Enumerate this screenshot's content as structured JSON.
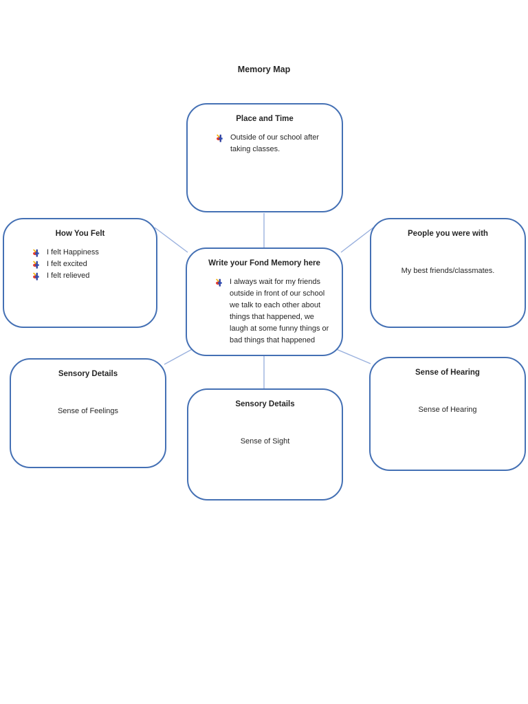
{
  "document": {
    "title": "Memory Map"
  },
  "colors": {
    "box_border": "#4470b4",
    "connector": "#9ab1de",
    "text": "#262626",
    "bullet_red": "#e23b2e",
    "bullet_blue": "#2d3e9e",
    "bullet_blue2": "#3450b4",
    "bullet_yellow": "#f6b40a"
  },
  "boxes": {
    "place_time": {
      "title": "Place and Time",
      "bullets": [
        "Outside of our school after taking classes."
      ]
    },
    "how_you_felt": {
      "title": "How You Felt",
      "bullets": [
        "I felt Happiness",
        "I felt excited",
        "I felt relieved"
      ]
    },
    "people": {
      "title": "People you were with",
      "body": "My best friends/classmates."
    },
    "memory": {
      "title": "Write your Fond Memory here",
      "bullets": [
        "I always wait for my friends outside in front of our school we talk to each other about things that happened, we laugh at some funny things or bad things that happened"
      ]
    },
    "sensory_feelings": {
      "title": "Sensory Details",
      "body": "Sense of Feelings"
    },
    "sensory_sight": {
      "title": "Sensory Details",
      "body": "Sense of Sight"
    },
    "sense_hearing": {
      "title": "Sense of Hearing",
      "body": "Sense of Hearing"
    }
  }
}
